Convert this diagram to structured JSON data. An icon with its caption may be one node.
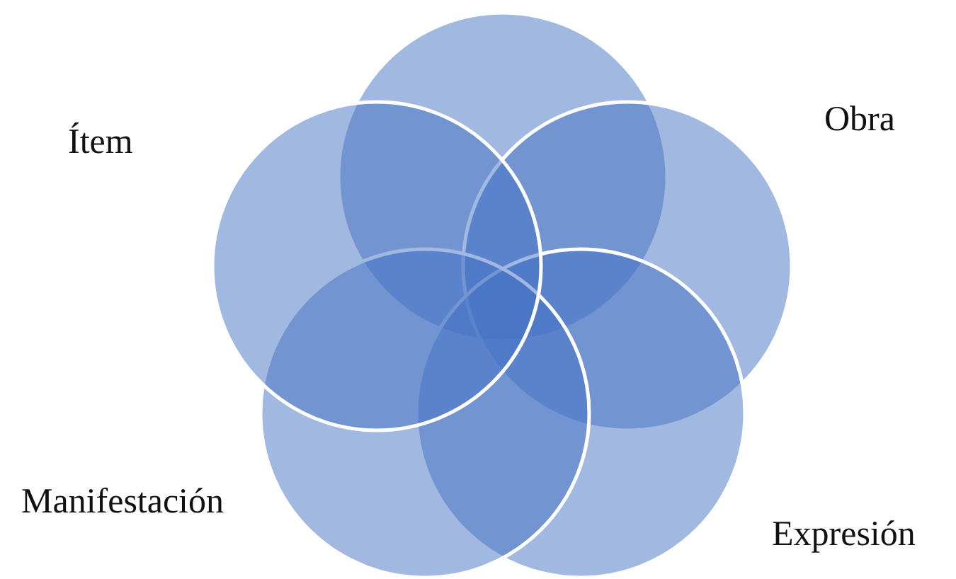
{
  "diagram": {
    "nodes": [
      {
        "text": [],
        "shape": "circle"
      },
      {
        "text": [],
        "shape": "circle",
        "beside": [
          "Obra"
        ]
      },
      {
        "text": [],
        "shape": "circle",
        "beside": [
          "Expresión"
        ]
      },
      {
        "text": [],
        "shape": "circle",
        "beside": [
          "Manifestación"
        ]
      },
      {
        "text": [],
        "shape": "circle",
        "beside": [
          "Ítem"
        ]
      }
    ]
  }
}
